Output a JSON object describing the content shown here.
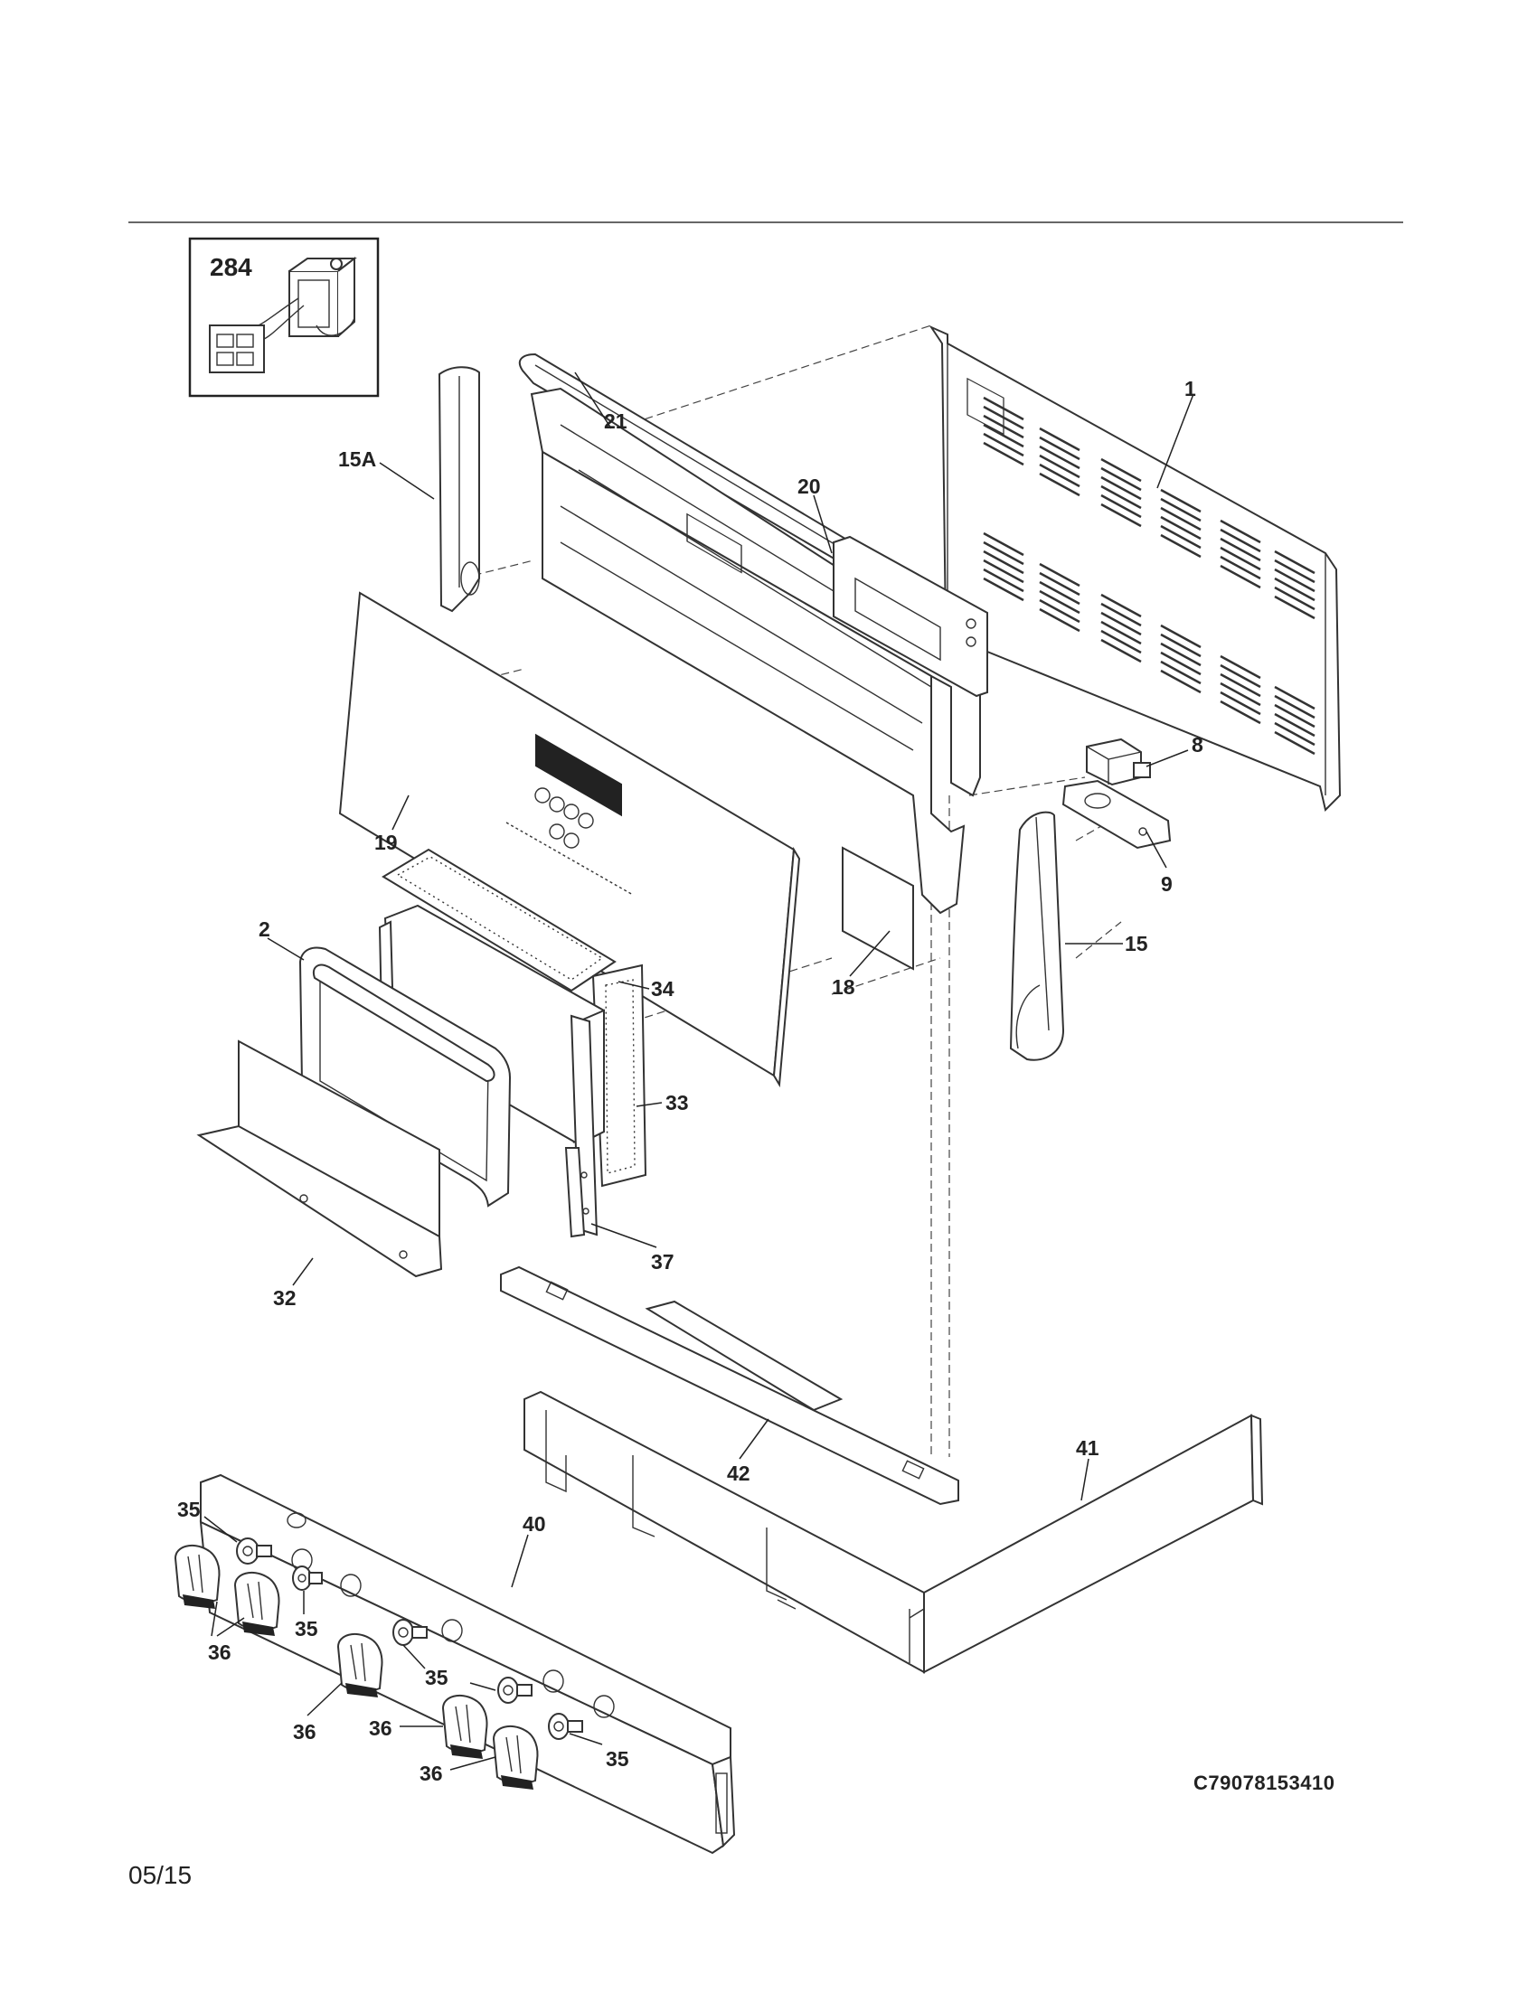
{
  "inset": {
    "part_number": "284"
  },
  "part_labels": {
    "p1": "1",
    "p2": "2",
    "p8": "8",
    "p9": "9",
    "p15": "15",
    "p15a": "15A",
    "p18": "18",
    "p19": "19",
    "p20": "20",
    "p21": "21",
    "p32": "32",
    "p33": "33",
    "p34": "34",
    "p37": "37",
    "p40": "40",
    "p41": "41",
    "p42": "42",
    "p35": [
      "35",
      "35",
      "35",
      "35"
    ],
    "p36": [
      "36",
      "36",
      "36",
      "36"
    ]
  },
  "diagram_code": "C79078153410",
  "page_date": "05/15"
}
